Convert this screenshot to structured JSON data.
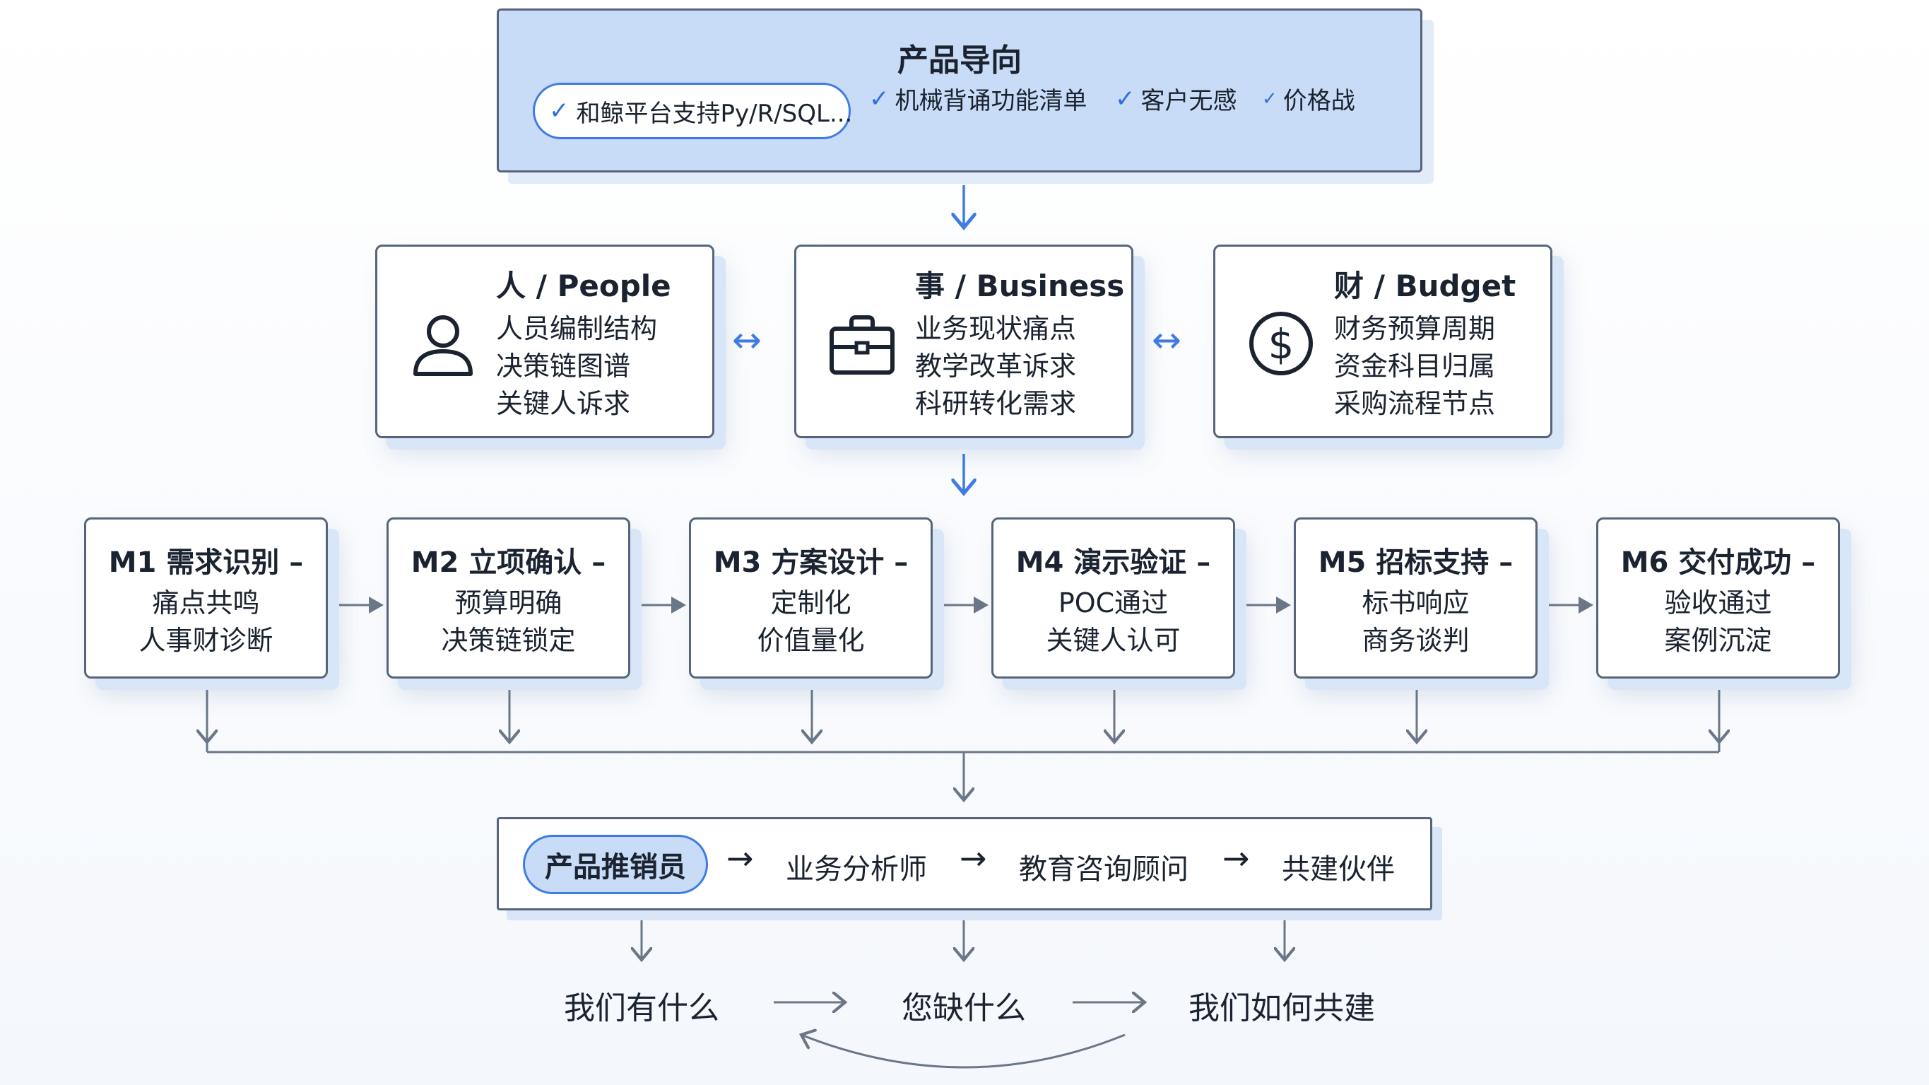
{
  "top": {
    "title": "产品导向",
    "tags": [
      "和鲸平台支持Py/R/SQL...",
      "机械背诵功能清单",
      "客户无感",
      "价格战"
    ]
  },
  "pillars": [
    {
      "title": "人 / People",
      "icon": "person-icon",
      "lines": [
        "人员编制结构",
        "决策链图谱",
        "关键人诉求"
      ]
    },
    {
      "title": "事 / Business",
      "icon": "briefcase-icon",
      "lines": [
        "业务现状痛点",
        "教学改革诉求",
        "科研转化需求"
      ]
    },
    {
      "title": "财 / Budget",
      "icon": "dollar-icon",
      "lines": [
        "财务预算周期",
        "资金科目归属",
        "采购流程节点"
      ]
    }
  ],
  "milestones": [
    {
      "title": "M1 需求识别 –",
      "lines": [
        "痛点共鸣",
        "人事财诊断"
      ]
    },
    {
      "title": "M2 立项确认 –",
      "lines": [
        "预算明确",
        "决策链锁定"
      ]
    },
    {
      "title": "M3 方案设计 –",
      "lines": [
        "定制化",
        "价值量化"
      ]
    },
    {
      "title": "M4 演示验证 –",
      "lines": [
        "POC通过",
        "关键人认可"
      ]
    },
    {
      "title": "M5 招标支持 –",
      "lines": [
        "标书响应",
        "商务谈判"
      ]
    },
    {
      "title": "M6 交付成功 –",
      "lines": [
        "验收通过",
        "案例沉淀"
      ]
    }
  ],
  "role_path": {
    "steps": [
      "产品推销员",
      "业务分析师",
      "教育咨询顾问",
      "共建伙伴"
    ],
    "arrow": "→"
  },
  "bottom": {
    "steps": [
      "我们有什么",
      "您缺什么",
      "我们如何共建"
    ]
  },
  "colors": {
    "accent": "#3f7be2",
    "banner_fill": "#c8dcf7",
    "border": "#56657a",
    "connector": "#6b7686"
  }
}
